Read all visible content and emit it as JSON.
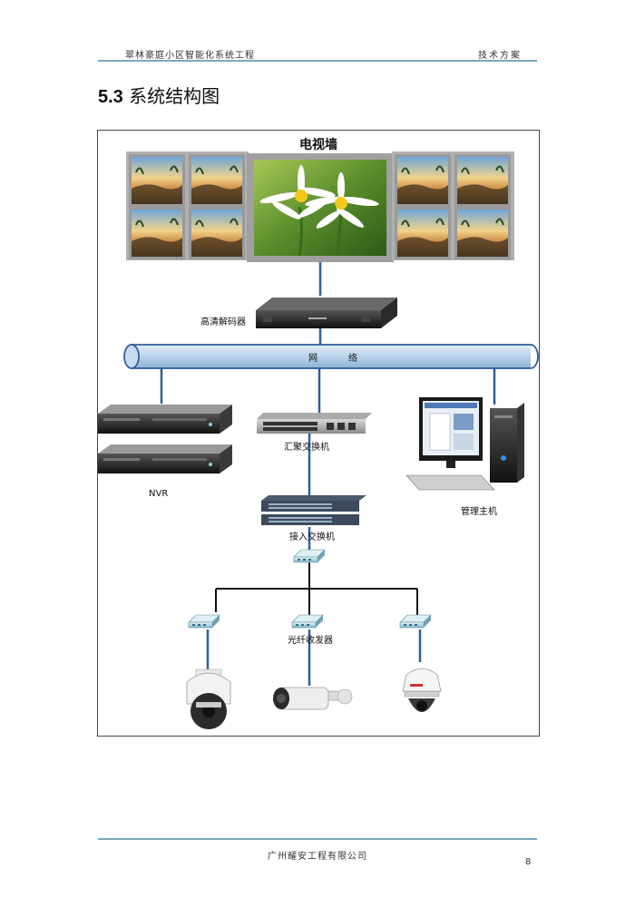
{
  "header": {
    "project": "翠林豪庭小区智能化系统工程",
    "doc_type": "技术方案"
  },
  "section": {
    "number": "5.3",
    "title": "系统结构图"
  },
  "diagram": {
    "video_wall": "电视墙",
    "decoder": "高清解码器",
    "network": "网　　　络",
    "nvr": "NVR",
    "core_switch": "汇聚交换机",
    "mgmt_host": "管理主机",
    "access_switch": "接入交换机",
    "fiber_transceiver": "光纤收发器"
  },
  "footer": {
    "company": "广州耀安工程有限公司",
    "page": "8"
  }
}
